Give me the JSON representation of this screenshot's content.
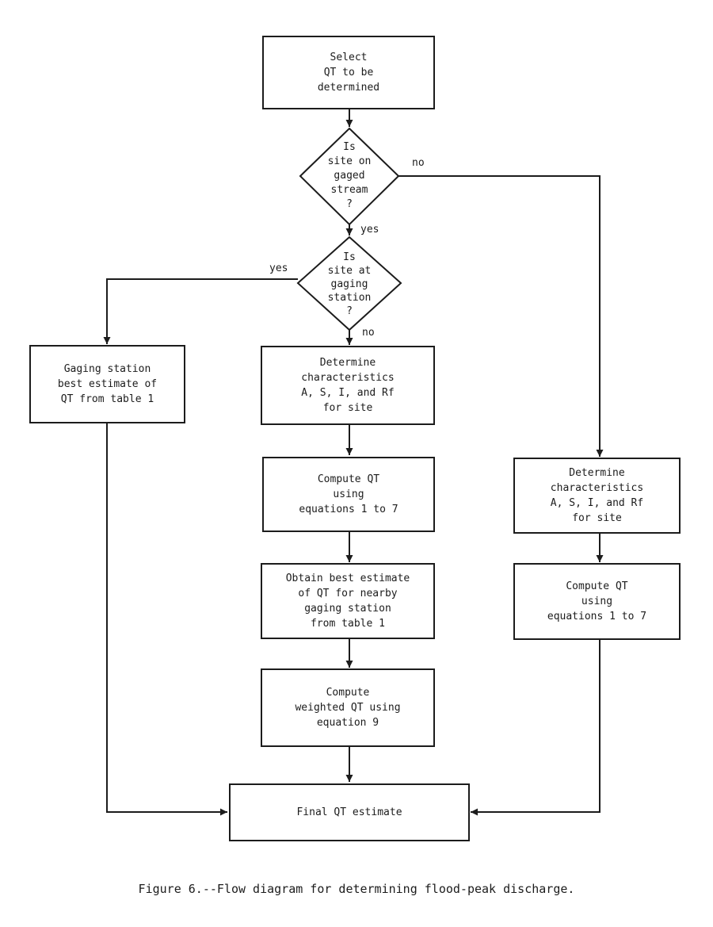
{
  "nodes": {
    "select": "Select\nQT to be\ndetermined",
    "decision_gaged_stream": "Is\nsite on\ngaged\nstream\n?",
    "decision_gaging_station": "Is\nsite at\ngaging\nstation\n?",
    "gaging_station_estimate": "Gaging station\nbest estimate of\nQT from table 1",
    "determine_characteristics_center": "Determine\ncharacteristics\nA, S, I, and Rf\nfor site",
    "compute_qt_center": "Compute QT\nusing\nequations 1 to 7",
    "obtain_best_estimate": "Obtain best estimate\nof QT for nearby\ngaging station\nfrom table 1",
    "compute_weighted": "Compute\nweighted QT using\nequation 9",
    "determine_characteristics_right": "Determine\ncharacteristics\nA, S, I, and Rf\nfor site",
    "compute_qt_right": "Compute QT\nusing\nequations 1 to 7",
    "final_estimate": "Final QT estimate"
  },
  "labels": {
    "no_1": "no",
    "yes_1": "yes",
    "yes_2": "yes",
    "no_2": "no"
  },
  "caption": "Figure 6.--Flow diagram for determining flood-peak discharge."
}
